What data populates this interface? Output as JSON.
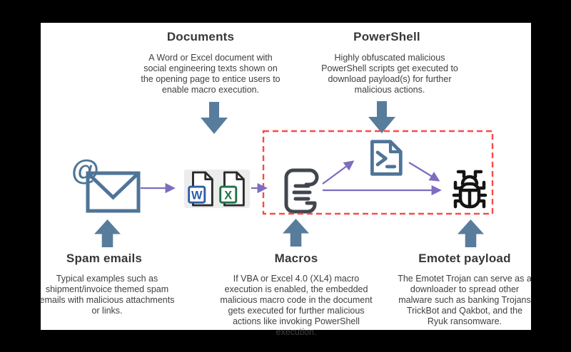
{
  "stages": {
    "documents": {
      "title": "Documents",
      "description": "A Word or Excel document with social engineering texts shown on the opening page to entice users to enable macro execution."
    },
    "powershell": {
      "title": "PowerShell",
      "description": "Highly obfuscated malicious PowerShell scripts get executed to download payload(s) for further malicious actions."
    },
    "spam_emails": {
      "title": "Spam emails",
      "description": "Typical examples such as shipment/invoice themed spam emails with malicious attachments or links."
    },
    "macros": {
      "title": "Macros",
      "description": "If VBA or Excel 4.0 (XL4) macro execution is enabled, the embedded malicious macro code in the document gets executed for further malicious actions like invoking PowerShell execution."
    },
    "emotet_payload": {
      "title": "Emotet payload",
      "description": "The Emotet Trojan can serve as a downloader to spread other malware such as banking Trojans TrickBot and Qakbot, and the Ryuk ransomware."
    }
  },
  "icons": {
    "email": "email-envelope-with-at-sign",
    "word": "word-document",
    "excel": "excel-document",
    "macro_script": "paper-scroll-script",
    "powershell": "powershell-prompt-file",
    "emotet": "malware-bug",
    "block_arrows": [
      "down-arrow",
      "down-arrow",
      "up-arrow",
      "up-arrow",
      "up-arrow"
    ],
    "flow_arrows": [
      "email-to-documents",
      "documents-to-macros",
      "macros-to-powershell",
      "macros-to-payload",
      "powershell-to-payload"
    ]
  },
  "glyphs": {
    "at_sign": "@",
    "word_letter": "W",
    "excel_letter": "X"
  },
  "colors": {
    "background": "#000000",
    "panel": "#ffffff",
    "block_arrow": "#587c9c",
    "line_arrow": "#7d6cc0",
    "highlight_box": "#fb4a4a",
    "heading_text": "#383838",
    "body_text": "#3f3f3f",
    "word_blue": "#2d5da8",
    "excel_green": "#1f7244",
    "scroll_stroke": "#41464e",
    "bug_stroke": "#141414",
    "icon_blue": "#4f7498",
    "wx_background": "#ececec"
  }
}
